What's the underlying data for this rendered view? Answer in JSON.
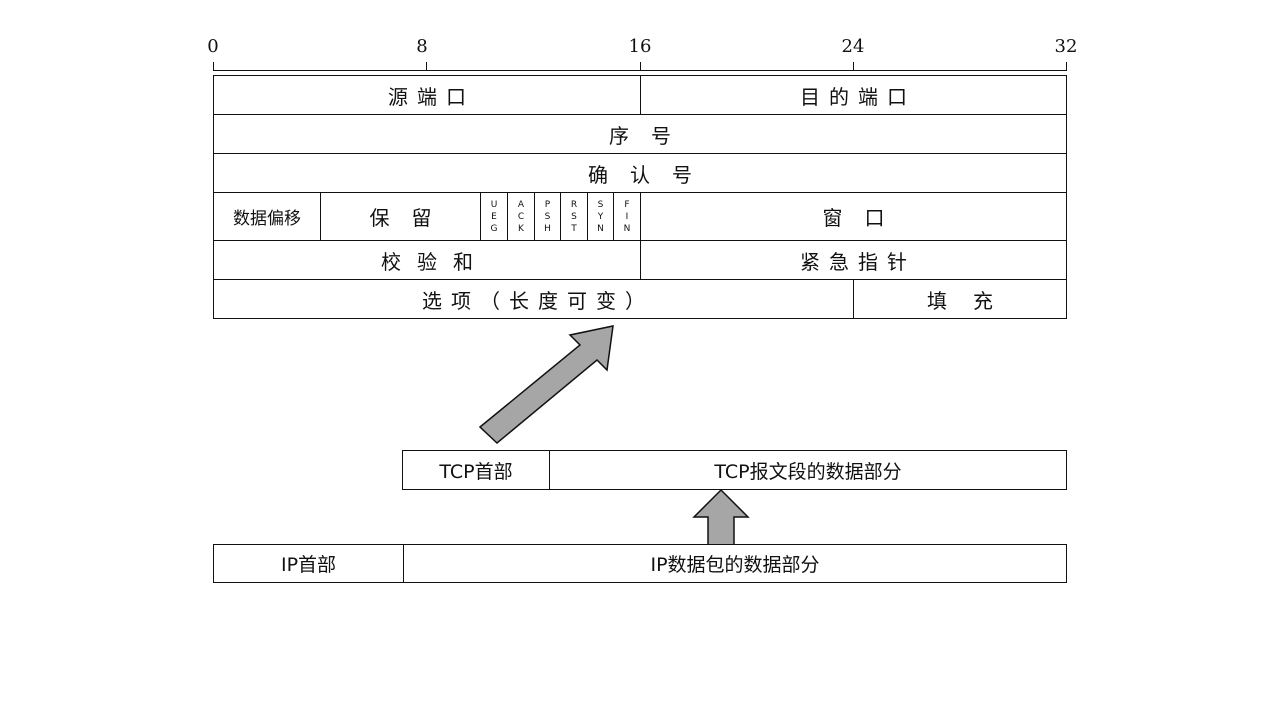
{
  "ruler": {
    "ticks": [
      "0",
      "8",
      "16",
      "24",
      "32"
    ]
  },
  "header": {
    "src_port": "源端口",
    "dst_port": "目的端口",
    "seq": "序号",
    "ack": "确认号",
    "data_offset": "数据偏移",
    "reserved": "保留",
    "flags": [
      "UEG",
      "ACK",
      "PSH",
      "RST",
      "SYN",
      "FIN"
    ],
    "window": "窗口",
    "checksum": "校验和",
    "urgent_ptr": "紧急指针",
    "options": "选项（长度可变）",
    "padding": "填充"
  },
  "tcp_segment": {
    "header": "TCP首部",
    "data": "TCP报文段的数据部分"
  },
  "ip_packet": {
    "header": "IP首部",
    "data": "IP数据包的数据部分"
  },
  "colors": {
    "arrow_fill": "#a6a6a6",
    "line": "#111111"
  }
}
